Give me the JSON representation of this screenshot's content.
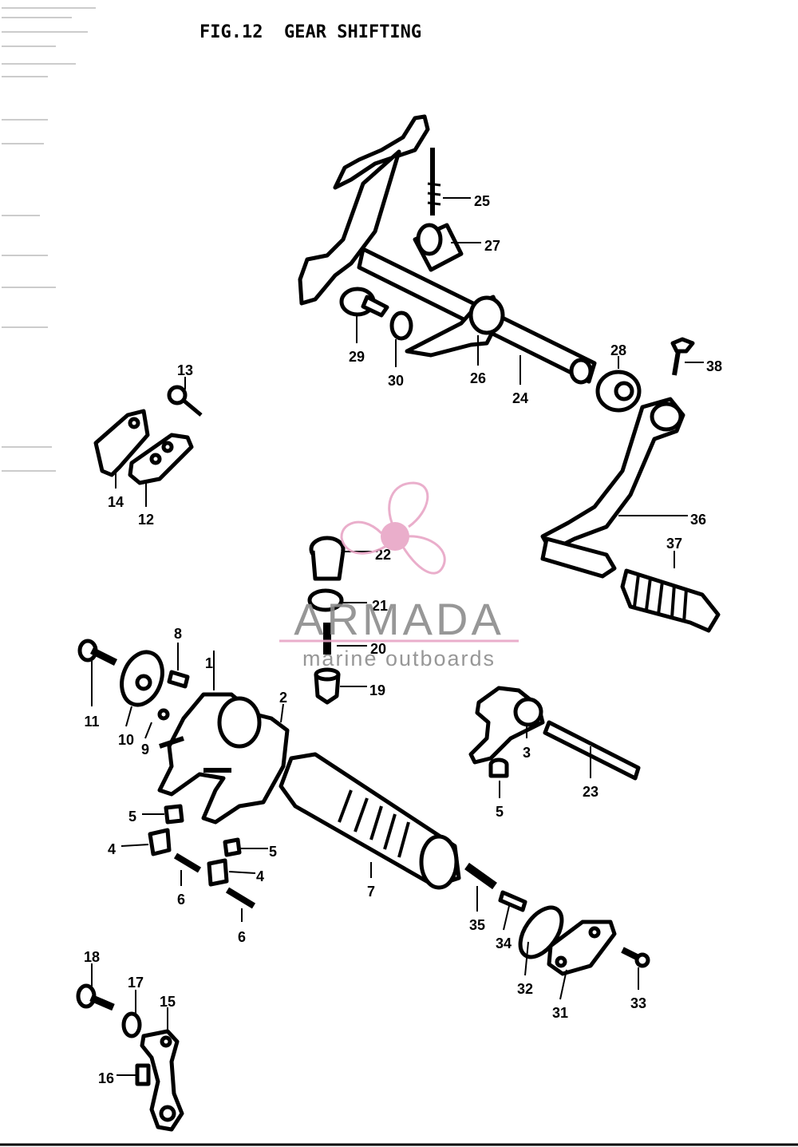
{
  "figure": {
    "number": "FIG.12",
    "title": "GEAR SHIFTING"
  },
  "watermark": {
    "brand": "ARMADA",
    "tagline": "marine outboards",
    "logo_icon": "propeller-logo-icon",
    "accent": "#e8a6c6",
    "text_color": "#8c8c8c"
  },
  "callouts": [
    {
      "id": "c1",
      "text": "1"
    },
    {
      "id": "c2",
      "text": "2"
    },
    {
      "id": "c3",
      "text": "3"
    },
    {
      "id": "c4a",
      "text": "4"
    },
    {
      "id": "c4b",
      "text": "4"
    },
    {
      "id": "c5a",
      "text": "5"
    },
    {
      "id": "c5b",
      "text": "5"
    },
    {
      "id": "c5c",
      "text": "5"
    },
    {
      "id": "c6a",
      "text": "6"
    },
    {
      "id": "c6b",
      "text": "6"
    },
    {
      "id": "c7",
      "text": "7"
    },
    {
      "id": "c8",
      "text": "8"
    },
    {
      "id": "c9",
      "text": "9"
    },
    {
      "id": "c10",
      "text": "10"
    },
    {
      "id": "c11",
      "text": "11"
    },
    {
      "id": "c12",
      "text": "12"
    },
    {
      "id": "c13",
      "text": "13"
    },
    {
      "id": "c14",
      "text": "14"
    },
    {
      "id": "c15",
      "text": "15"
    },
    {
      "id": "c16",
      "text": "16"
    },
    {
      "id": "c17",
      "text": "17"
    },
    {
      "id": "c18",
      "text": "18"
    },
    {
      "id": "c19",
      "text": "19"
    },
    {
      "id": "c20",
      "text": "20"
    },
    {
      "id": "c21",
      "text": "21"
    },
    {
      "id": "c22",
      "text": "22"
    },
    {
      "id": "c23",
      "text": "23"
    },
    {
      "id": "c24",
      "text": "24"
    },
    {
      "id": "c25",
      "text": "25"
    },
    {
      "id": "c26",
      "text": "26"
    },
    {
      "id": "c27",
      "text": "27"
    },
    {
      "id": "c28",
      "text": "28"
    },
    {
      "id": "c29",
      "text": "29"
    },
    {
      "id": "c30",
      "text": "30"
    },
    {
      "id": "c31",
      "text": "31"
    },
    {
      "id": "c32",
      "text": "32"
    },
    {
      "id": "c33",
      "text": "33"
    },
    {
      "id": "c34",
      "text": "34"
    },
    {
      "id": "c35",
      "text": "35"
    },
    {
      "id": "c36",
      "text": "36"
    },
    {
      "id": "c37",
      "text": "37"
    },
    {
      "id": "c38",
      "text": "38"
    }
  ]
}
